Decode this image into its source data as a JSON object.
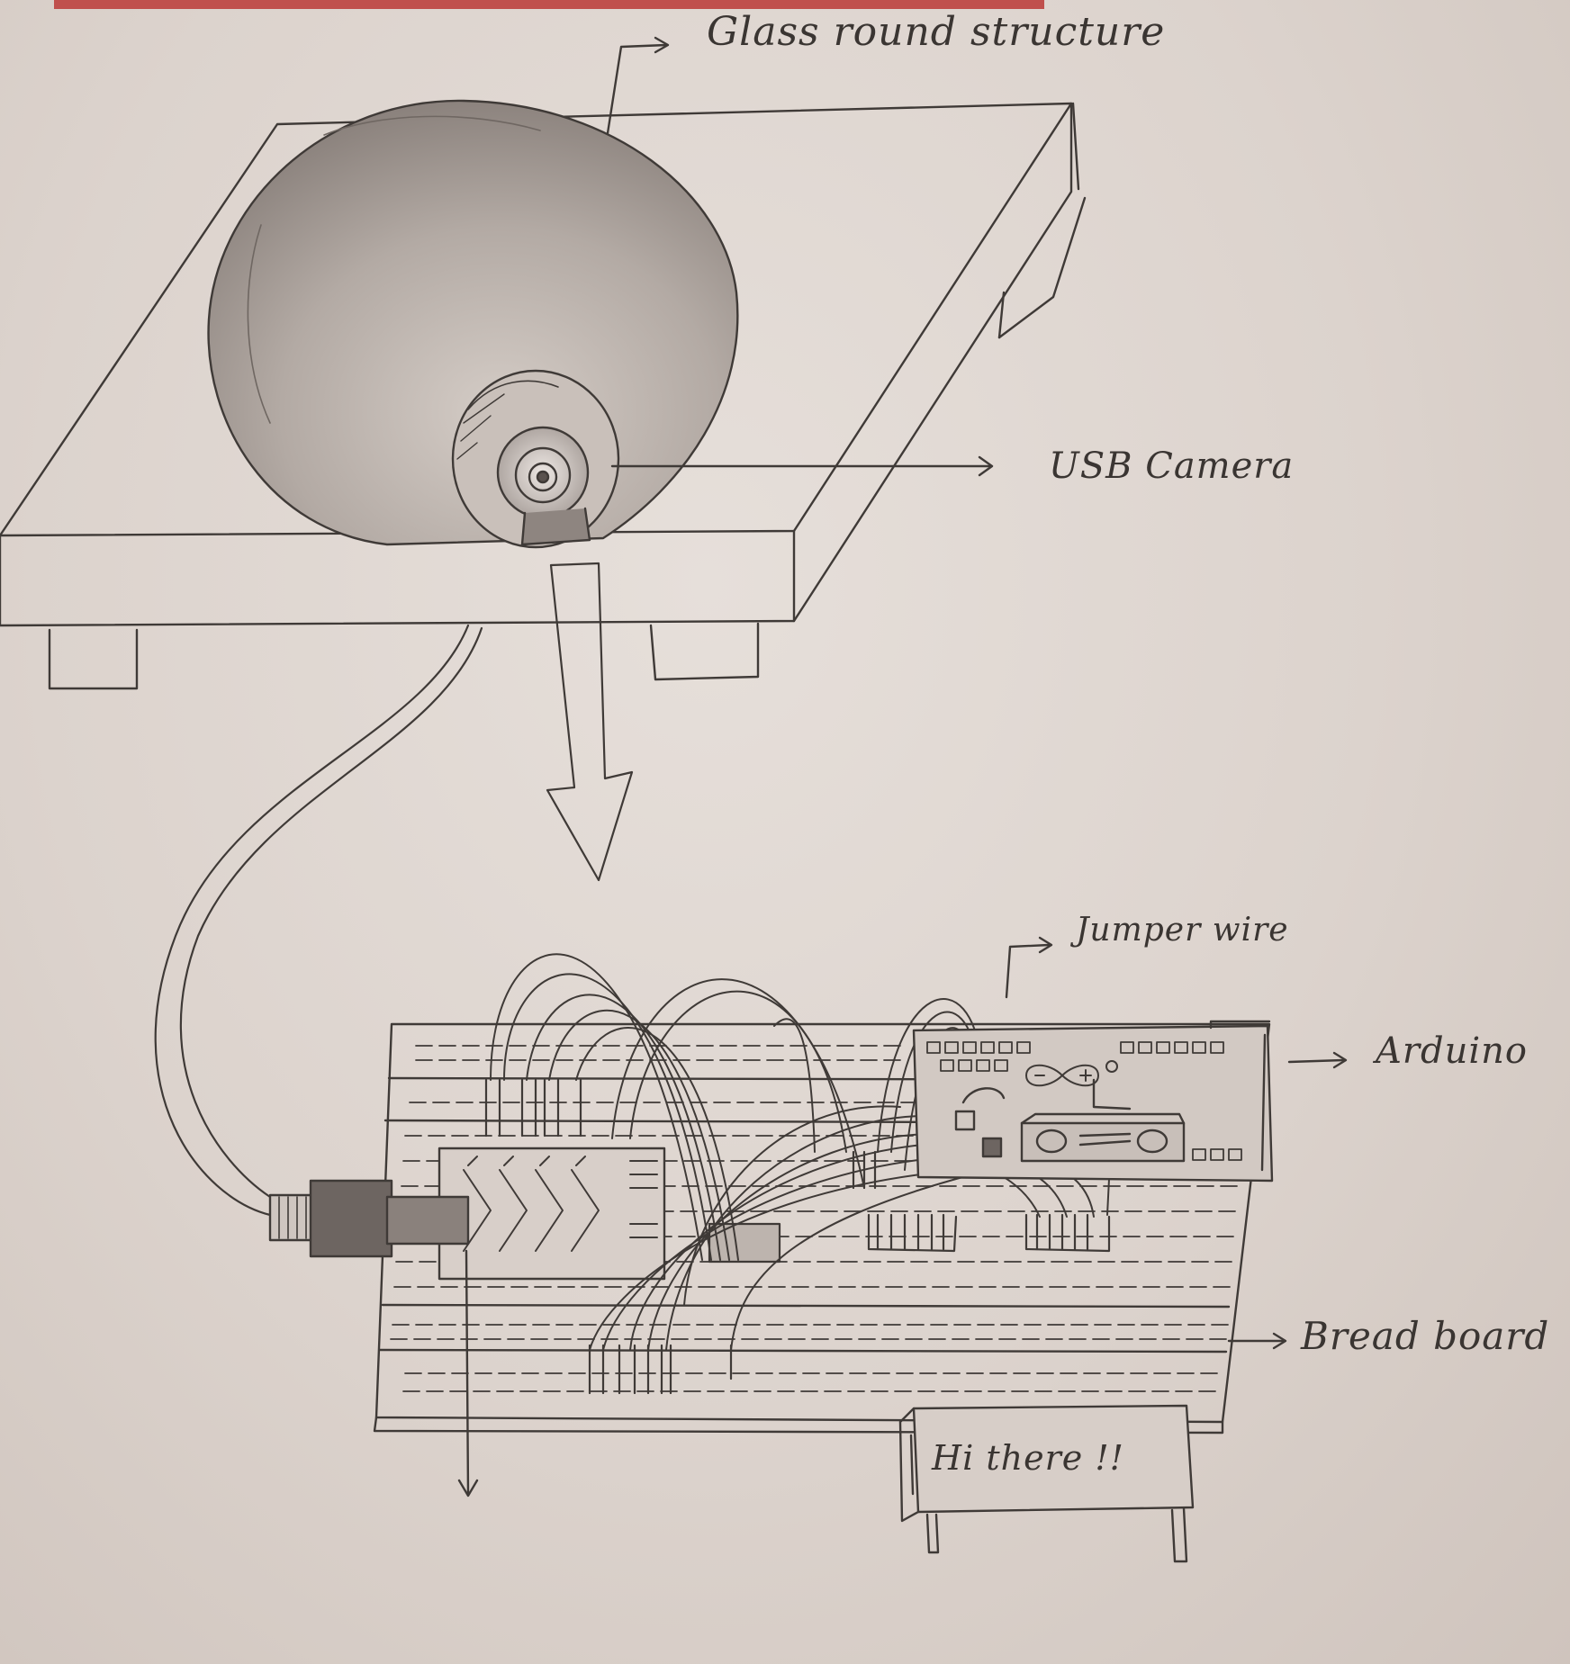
{
  "diagram": {
    "labels": {
      "glass": "Glass round structure",
      "usb_camera": "USB Camera",
      "jumper_wire": "Jumper wire",
      "arduino": "Arduino",
      "bread_board": "Bread board",
      "lcd_text": "Hi there !!"
    },
    "colors": {
      "paper": "#ddd5cf",
      "pencil": "#3f3a37",
      "shade": "#9a918c",
      "top_strip": "#c0504d"
    }
  }
}
